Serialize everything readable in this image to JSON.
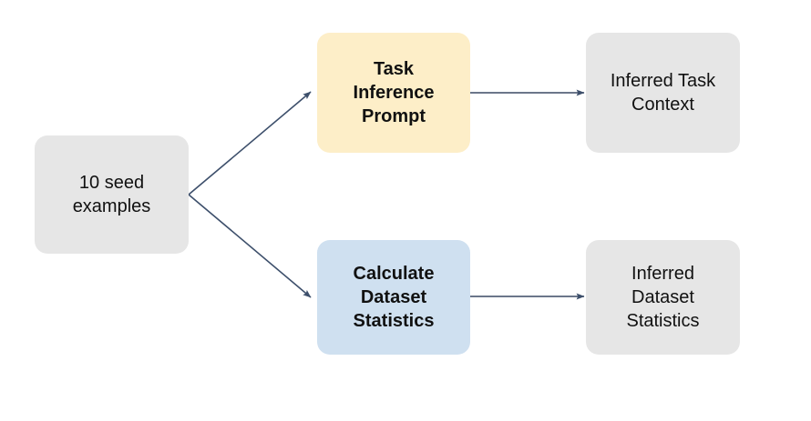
{
  "diagram": {
    "type": "flowchart",
    "background_color": "#ffffff",
    "edge_color": "#3d4f6b",
    "nodes": [
      {
        "id": "seed",
        "label": "10 seed\nexamples",
        "fill": "#e6e6e6",
        "text_weight": "regular",
        "shape": "rounded-rectangle"
      },
      {
        "id": "task_prompt",
        "label": "Task\nInference\nPrompt",
        "fill": "#fdeec8",
        "text_weight": "bold",
        "shape": "rounded-rectangle"
      },
      {
        "id": "task_context",
        "label": "Inferred Task\nContext",
        "fill": "#e6e6e6",
        "text_weight": "regular",
        "shape": "rounded-rectangle"
      },
      {
        "id": "calc_stats",
        "label": "Calculate\nDataset\nStatistics",
        "fill": "#cfe0f0",
        "text_weight": "bold",
        "shape": "rounded-rectangle"
      },
      {
        "id": "inferred_stats",
        "label": "Inferred\nDataset\nStatistics",
        "fill": "#e6e6e6",
        "text_weight": "regular",
        "shape": "rounded-rectangle"
      }
    ],
    "edges": [
      {
        "id": "seed-to-task-prompt",
        "from": "seed",
        "to": "task_prompt",
        "style": "diagonal-up",
        "arrowhead": "filled"
      },
      {
        "id": "seed-to-calc-stats",
        "from": "seed",
        "to": "calc_stats",
        "style": "diagonal-down",
        "arrowhead": "filled"
      },
      {
        "id": "task-prompt-to-context",
        "from": "task_prompt",
        "to": "task_context",
        "style": "horizontal",
        "arrowhead": "filled"
      },
      {
        "id": "calc-stats-to-inferred",
        "from": "calc_stats",
        "to": "inferred_stats",
        "style": "horizontal",
        "arrowhead": "filled"
      }
    ]
  }
}
